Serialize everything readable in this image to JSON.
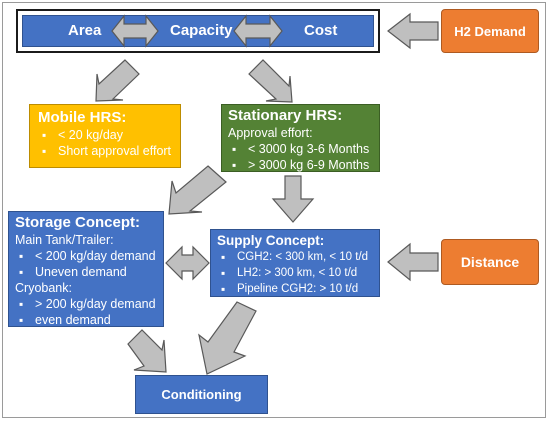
{
  "top_bar": {
    "area": "Area",
    "capacity": "Capacity",
    "cost": "Cost"
  },
  "h2_demand": "H2 Demand",
  "distance": "Distance",
  "mobile_hrs": {
    "title": "Mobile HRS:",
    "bullets": [
      "< 20 kg/day",
      "Short approval effort"
    ]
  },
  "stationary_hrs": {
    "title": "Stationary HRS:",
    "subtitle": "Approval effort:",
    "bullets": [
      "< 3000 kg 3-6 Months",
      "> 3000 kg 6-9 Months"
    ]
  },
  "storage_concept": {
    "title": "Storage Concept:",
    "group1_label": "Main Tank/Trailer:",
    "group1_bullets": [
      "< 200 kg/day demand",
      "Uneven demand"
    ],
    "group2_label": "Cryobank:",
    "group2_bullets": [
      "> 200 kg/day demand",
      "even demand"
    ]
  },
  "supply_concept": {
    "title": "Supply Concept:",
    "bullets": [
      "CGH2: < 300 km, < 10 t/d",
      "LH2: > 300 km, < 10 t/d",
      "Pipeline CGH2: > 10 t/d"
    ]
  },
  "conditioning": "Conditioning",
  "colors": {
    "blue": "#4472c4",
    "orange": "#ed7d31",
    "yellow": "#ffc000",
    "green": "#548235",
    "arrow": "#bfbfbf",
    "arrow_stroke": "#595959"
  }
}
